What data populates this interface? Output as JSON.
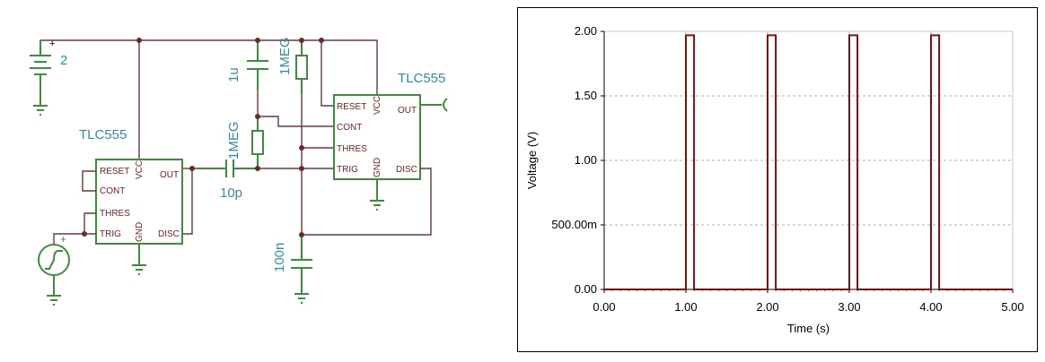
{
  "schematic": {
    "battery_value": "2",
    "plus_sign": "+",
    "chip1": {
      "name": "TLC555",
      "pins": {
        "reset": "RESET",
        "cont": "CONT",
        "thres": "THRES",
        "trig": "TRIG",
        "vcc": "VCC",
        "gnd": "GND",
        "out": "OUT",
        "disc": "DISC"
      }
    },
    "chip2": {
      "name": "TLC555",
      "pins": {
        "reset": "RESET",
        "cont": "CONT",
        "thres": "THRES",
        "trig": "TRIG",
        "vcc": "VCC",
        "gnd": "GND",
        "out": "OUT",
        "disc": "DISC"
      }
    },
    "cap_1u": "1u",
    "res_top": "1MEG",
    "res_mid": "1MEG",
    "cap_10p": "10p",
    "cap_100n": "100n"
  },
  "colors": {
    "wire": "#6b3a3a",
    "component": "#3b8f3b",
    "label": "#2e8fa0",
    "pin_text": "#7a1a1a",
    "trace": "#7a1010"
  },
  "chart_data": {
    "type": "line",
    "xlabel": "Time (s)",
    "ylabel": "Voltage (V)",
    "xlim": [
      0,
      5
    ],
    "ylim": [
      0,
      2
    ],
    "x_ticks": [
      "0.00",
      "1.00",
      "2.00",
      "3.00",
      "4.00",
      "5.00"
    ],
    "y_ticks": [
      "0.00",
      "500.00m",
      "1.00",
      "1.50",
      "2.00"
    ],
    "grid": true,
    "series": [
      {
        "x": [
          0,
          1.0,
          1.0,
          1.1,
          1.1,
          2.0,
          2.0,
          2.1,
          2.1,
          3.0,
          3.0,
          3.1,
          3.1,
          4.0,
          4.0,
          4.1,
          4.1,
          5.0
        ],
        "values": [
          0,
          0,
          1.97,
          1.97,
          0,
          0,
          1.97,
          1.97,
          0,
          0,
          1.97,
          1.97,
          0,
          0,
          1.97,
          1.97,
          0,
          0
        ]
      }
    ]
  }
}
